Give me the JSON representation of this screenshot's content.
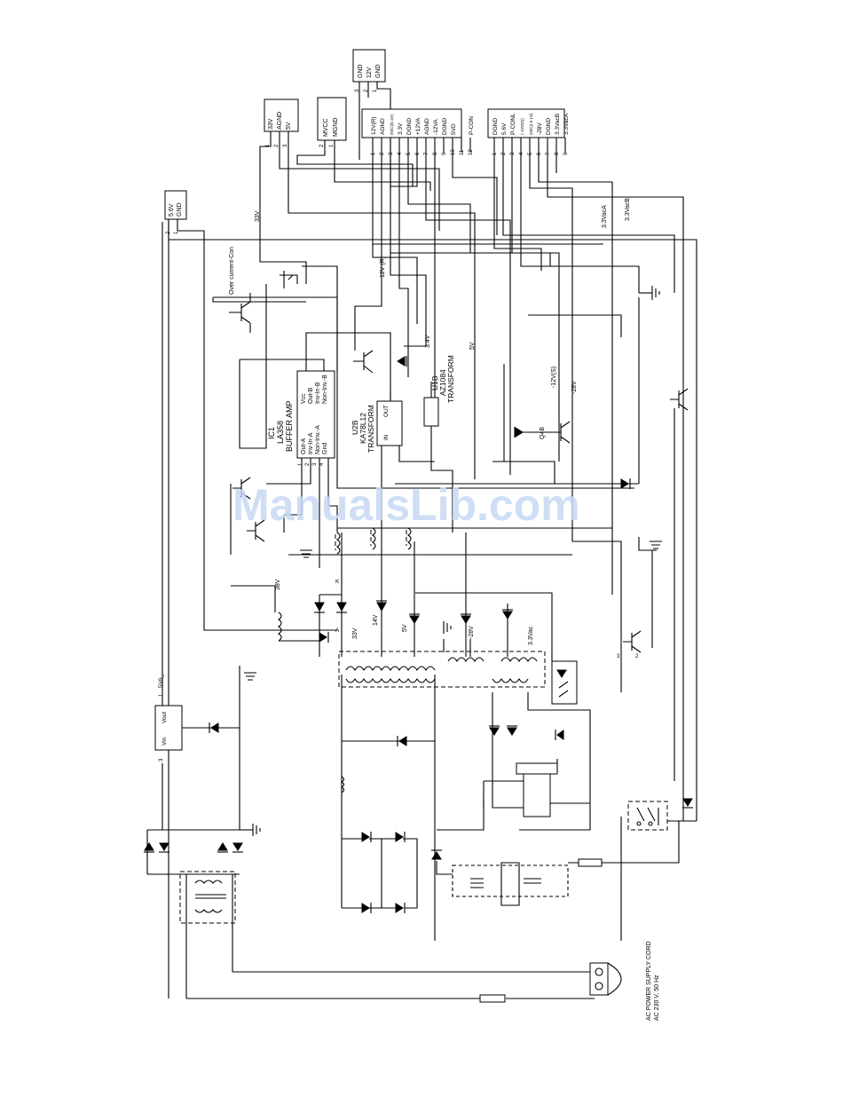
{
  "connectors": {
    "c56v": {
      "pins": [
        "2",
        "1"
      ],
      "labels": [
        "5.6V",
        "GND"
      ]
    },
    "c33v": {
      "pins": [
        "1",
        "2",
        "3"
      ],
      "labels": [
        "33V",
        "AGND",
        "5V"
      ]
    },
    "cmvcc": {
      "pins": [
        "2",
        "1"
      ],
      "labels": [
        "MVCC",
        "MGND"
      ]
    },
    "c12v": {
      "pins": [
        "3",
        "2",
        "1"
      ],
      "labels": [
        "GND",
        "12V",
        "GND"
      ]
    },
    "main": {
      "pins": [
        "1",
        "2",
        "3",
        "4",
        "5",
        "6",
        "7",
        "8",
        "9",
        "10",
        "11",
        "12"
      ],
      "labels": [
        "12V(R)",
        "AGND",
        "(N/C)(5.1V)",
        "3.3V",
        "DGND",
        "+12VA",
        "AGND",
        "-12VA",
        "DGND",
        "5VD",
        "",
        "P-CON"
      ]
    },
    "right": {
      "pins": [
        "1",
        "2",
        "3",
        "4",
        "5",
        "6",
        "7",
        "8",
        "9"
      ],
      "labels": [
        "DGND",
        "5.6V",
        "P-CONL",
        "(-12V(D))",
        "(N/C)(-5.1V)",
        "-28V",
        "DGND",
        "3.3VacB",
        "3.3VacA"
      ]
    }
  },
  "ic1": {
    "ref": "IC1",
    "part": "LA358",
    "function": "BUFFER AMP",
    "pins_left": [
      "Out-A",
      "Inv-In-A",
      "Non-Inv.-A",
      "Gnd"
    ],
    "pins_right": [
      "Vcc",
      "Out-B",
      "Inv-In-B",
      "Non-Inv.-B"
    ],
    "pin_numbers": [
      "1",
      "2",
      "3",
      "4"
    ]
  },
  "u2b": {
    "ref": "U2B",
    "part": "KA78L12",
    "function": "TRANSFORM",
    "in": "IN",
    "out": "OUT"
  },
  "u1b": {
    "ref": "U1B",
    "part": "AZ1084",
    "function": "TRANSFORM"
  },
  "reg56": {
    "vin": "Vin",
    "vout": "Vout",
    "pin_in": "3",
    "pin_out": "1",
    "out_label": "5V6_"
  },
  "labels": {
    "v33": "33V",
    "overcurrent": "Over current-Con",
    "v12r": "12V (R)",
    "v34": "3.4V",
    "v5": "5V",
    "v12vs": "-12V(S)",
    "q4b": "Q4B",
    "v28": "-28V",
    "v33vaca": "3.3VacA",
    "v33vacb": "3.3VacB",
    "v38": "38V",
    "k": "K",
    "a": "A",
    "v33b": "33V",
    "v14": "14V",
    "v5b": "5V",
    "v28b": "-28V",
    "v33vac": "3.3Vac",
    "q3": "3",
    "q2": "2",
    "cord1": "AC POWER SUPPLY CORD",
    "cord2": "AC 230 V, 50 Hz"
  },
  "watermark": "ManualsLib.com"
}
